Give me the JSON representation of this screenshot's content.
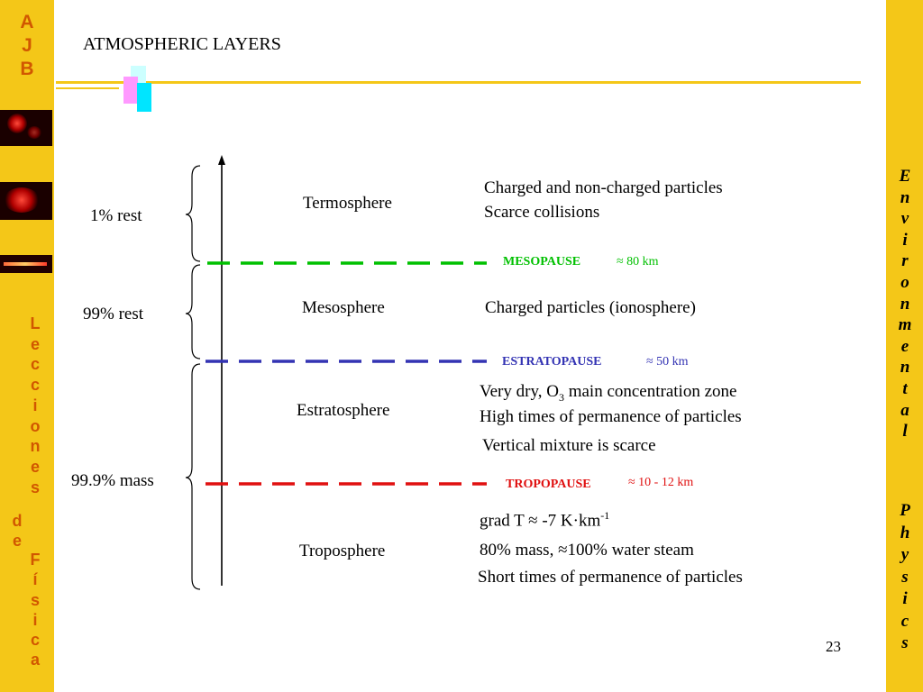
{
  "sidebar_left": {
    "logo_letters": [
      "A",
      "J",
      "B"
    ],
    "series_letters": [
      "L",
      "e",
      "c",
      "c",
      "i",
      "o",
      "n",
      "e",
      "s"
    ],
    "series_letters_2": [
      "d",
      "e"
    ],
    "series_letters_3": [
      "F",
      "í",
      "s",
      "i",
      "c",
      "a"
    ]
  },
  "sidebar_right": {
    "title_letters_1": [
      "E",
      "n",
      "v",
      "i",
      "r",
      "o",
      "n",
      "m",
      "e",
      "n",
      "t",
      "a",
      "l"
    ],
    "title_letters_2": [
      "P",
      "h",
      "y",
      "s",
      "i",
      "c",
      "s"
    ]
  },
  "slide": {
    "title": "ATMOSPHERIC LAYERS",
    "page_number": "23"
  },
  "groups": [
    {
      "label": "1% rest"
    },
    {
      "label": "99% rest"
    },
    {
      "label": "99.9% mass"
    }
  ],
  "layers": {
    "termosphere": {
      "name": "Termosphere",
      "line1": "Charged and non-charged particles",
      "line2": "Scarce collisions"
    },
    "mesosphere": {
      "name": "Mesosphere",
      "line1": "Charged particles (ionosphere)"
    },
    "estratosphere": {
      "name": "Estratosphere",
      "line1_pre": "Very dry, O",
      "line1_sub": "3",
      "line1_post": " main concentration zone",
      "line2": "High times of permanence of particles",
      "line3": "Vertical mixture is scarce"
    },
    "troposphere": {
      "name": "Troposphere",
      "line1_pre": "grad T ≈ -7 K·km",
      "line1_sup": "-1",
      "line2": "80% mass, ≈100% water steam",
      "line3": "Short times of permanence of particles"
    }
  },
  "boundaries": [
    {
      "name": "MESOPAUSE",
      "altitude": "≈ 80 km",
      "color": "#00c000"
    },
    {
      "name": "ESTRATOPAUSE",
      "altitude": "≈ 50 km",
      "color": "#3333b3"
    },
    {
      "name": "TROPOPAUSE",
      "altitude": "≈ 10 - 12 km",
      "color": "#e01010"
    }
  ]
}
